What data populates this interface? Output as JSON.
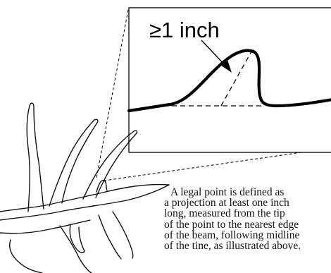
{
  "inset": {
    "label_symbol": "≥",
    "label_value": "1 inch"
  },
  "caption": {
    "lines": [
      "A legal point is defined as",
      "a projection at least one inch",
      "long, measured from the tip",
      "of the point to the nearest edge",
      "of the beam, following midline",
      "of the tine, as illustrated above."
    ]
  }
}
